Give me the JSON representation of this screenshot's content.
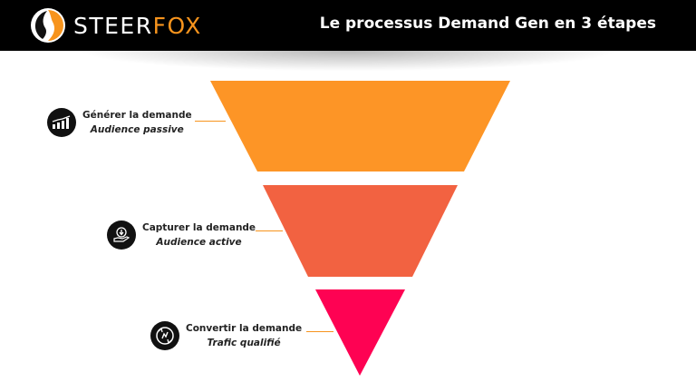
{
  "brand": {
    "name_part1": "STEER",
    "name_part2": "FOX"
  },
  "header": {
    "title": "Le processus Demand Gen en 3 étapes"
  },
  "colors": {
    "header_bg": "#000000",
    "accent": "#f7941d",
    "stage1": "#fd9526",
    "stage2": "#f26241",
    "stage3": "#fe0253"
  },
  "stages": [
    {
      "title": "Générer la demande",
      "subtitle": "Audience passive",
      "icon": "bar-chart-growth-icon"
    },
    {
      "title": "Capturer la demande",
      "subtitle": "Audience active",
      "icon": "hand-receive-arrow-icon"
    },
    {
      "title": "Convertir la demande",
      "subtitle": "Trafic qualifié",
      "icon": "conversion-cycle-icon"
    }
  ]
}
